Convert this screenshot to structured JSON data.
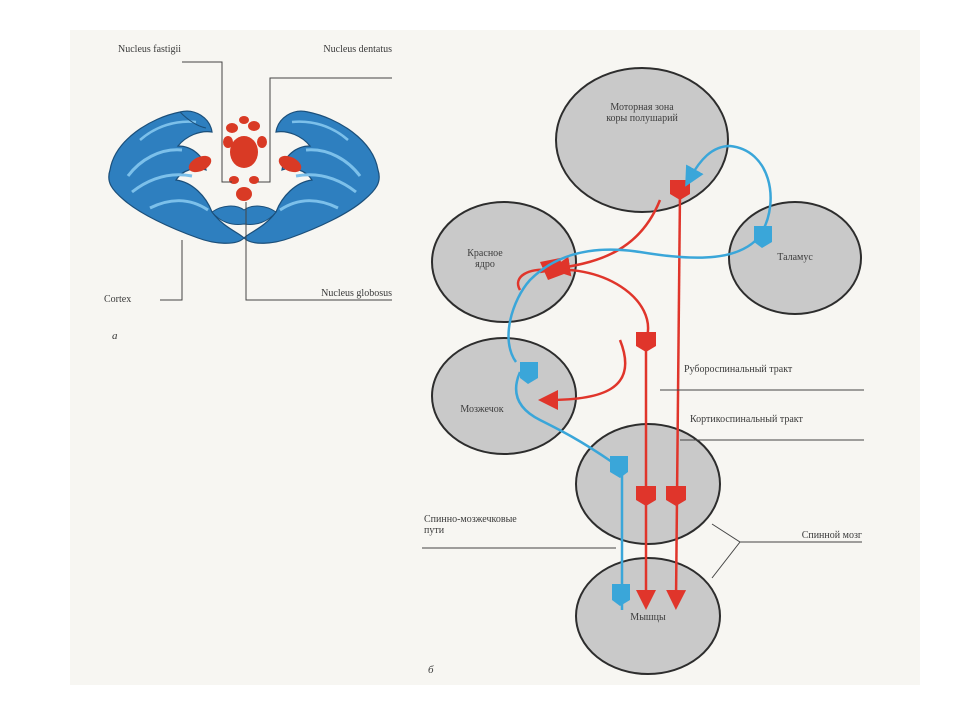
{
  "panel_a": {
    "letter": "а",
    "labels": {
      "nucleus_fastigii": "Nucleus fastigii",
      "nucleus_dentatus": "Nucleus dentatus",
      "cortex": "Cortex",
      "nucleus_globosus": "Nucleus globosus"
    }
  },
  "panel_b": {
    "letter": "б",
    "nodes": {
      "motor_cortex": "Моторная зона коры полушарий",
      "thalamus": "Таламус",
      "red_nucleus": "Красное ядро",
      "cerebellum": "Мозжечок",
      "spinal_segment": "",
      "muscles": "Мышцы"
    },
    "labels": {
      "rubrospinal_tract": "Рубороспинальный тракт",
      "corticospinal_tract": "Кортикоспинальный тракт",
      "spinocerebellar_paths": "Спинно-мозжечковые пути",
      "spinal_cord": "Спинной мозг"
    }
  },
  "colors": {
    "red_path": "#e0352b",
    "blue_path": "#3aa6d9",
    "node_fill": "#c9c9c9",
    "node_stroke": "#2d2d2d",
    "cerebellum_blue": "#2e7fbf",
    "nucleus_red": "#d93a25"
  }
}
